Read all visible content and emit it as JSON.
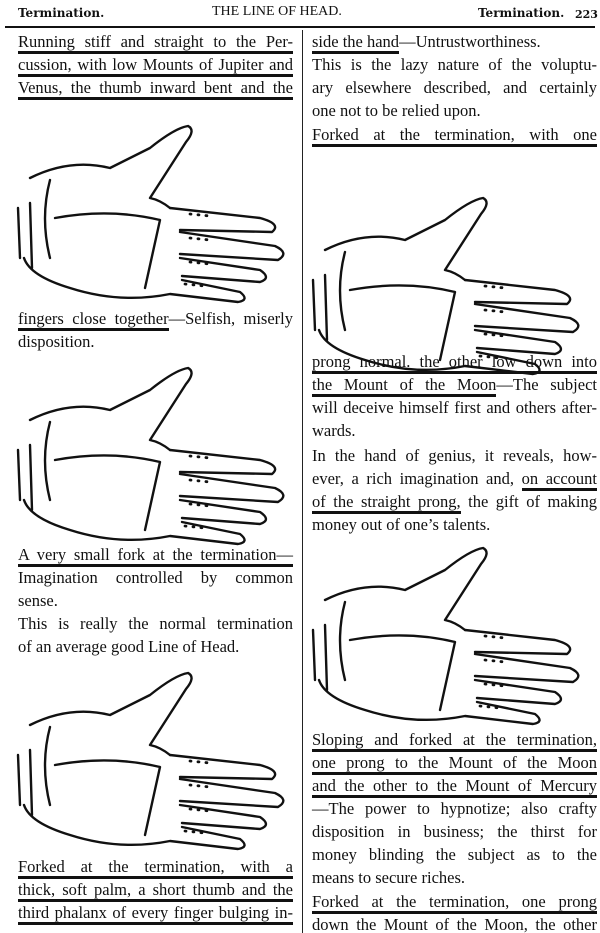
{
  "header": {
    "left": "Termination.",
    "center": "THE LINE OF HEAD.",
    "right": "Termination.",
    "page_number": "223"
  },
  "left_column": [
    {
      "segs": [
        {
          "t": "Running stiff and straight to the Per-",
          "u": true
        }
      ]
    },
    {
      "segs": [
        {
          "t": "cussion, with low Mounts of Jupiter and",
          "u": true
        }
      ]
    },
    {
      "segs": [
        {
          "t": "Venus, the thumb inward bent  and  the",
          "u": true
        }
      ]
    },
    {
      "segs": [
        {
          "t": "fingers close together",
          "u": true
        },
        {
          "t": "—Selfish, miserly",
          "u": false
        }
      ]
    },
    {
      "segs": [
        {
          "t": "disposition.",
          "u": false
        }
      ],
      "end": true
    },
    {
      "segs": [
        {
          "t": "A very small fork at the termination—",
          "u": true
        }
      ]
    },
    {
      "segs": [
        {
          "t": "Imagination   controlled   by   common",
          "u": false
        }
      ]
    },
    {
      "segs": [
        {
          "t": "sense.",
          "u": false
        }
      ],
      "end": true
    },
    {
      "segs": [
        {
          "t": "  This is really the normal termination",
          "u": false
        }
      ]
    },
    {
      "segs": [
        {
          "t": "of an average good Line of Head.",
          "u": false
        }
      ],
      "end": true
    },
    {
      "segs": [
        {
          "t": "  Forked  at  the  termination,  with  a",
          "u": true
        }
      ]
    },
    {
      "segs": [
        {
          "t": "thick, soft palm, a short thumb and the",
          "u": true
        }
      ]
    },
    {
      "segs": [
        {
          "t": "third phalanx of every finger bulging in-",
          "u": true
        }
      ]
    }
  ],
  "right_column": [
    {
      "segs": [
        {
          "t": "side the hand",
          "u": true
        },
        {
          "t": "—Untrustworthiness.",
          "u": false
        }
      ],
      "end": true
    },
    {
      "segs": [
        {
          "t": "  This is the lazy nature of the voluptu-",
          "u": false
        }
      ]
    },
    {
      "segs": [
        {
          "t": "ary elsewhere described, and certainly",
          "u": false
        }
      ]
    },
    {
      "segs": [
        {
          "t": "one not to be relied upon.",
          "u": false
        }
      ],
      "end": true
    },
    {
      "segs": [
        {
          "t": "  Forked at the termination, with one",
          "u": true
        }
      ]
    },
    {
      "segs": [
        {
          "t": "prong normal. the other low down into",
          "u": true
        }
      ]
    },
    {
      "segs": [
        {
          "t": "the Mount of the Moon",
          "u": true
        },
        {
          "t": "—The subject",
          "u": false
        }
      ]
    },
    {
      "segs": [
        {
          "t": "will deceive himself first and others after-",
          "u": false
        }
      ]
    },
    {
      "segs": [
        {
          "t": "wards.",
          "u": false
        }
      ],
      "end": true
    },
    {
      "segs": [
        {
          "t": "  In the hand of genius, it reveals, how-",
          "u": false
        }
      ]
    },
    {
      "segs": [
        {
          "t": "ever, a rich imagination and, ",
          "u": false
        },
        {
          "t": "on account",
          "u": true
        }
      ]
    },
    {
      "segs": [
        {
          "t": "of the straight prong,",
          "u": true
        },
        {
          "t": " the gift of making",
          "u": false
        }
      ]
    },
    {
      "segs": [
        {
          "t": "money out of one’s talents.",
          "u": false
        }
      ],
      "end": true
    },
    {
      "segs": [
        {
          "t": "Sloping and forked at the termination,",
          "u": true
        }
      ]
    },
    {
      "segs": [
        {
          "t": "one prong to the Mount of the Moon",
          "u": true
        }
      ]
    },
    {
      "segs": [
        {
          "t": "and the other to the Mount of Mercury",
          "u": true
        }
      ]
    },
    {
      "segs": [
        {
          "t": "—The power to hypnotize; also crafty",
          "u": false
        }
      ]
    },
    {
      "segs": [
        {
          "t": "disposition in business; the thirst for",
          "u": false
        }
      ]
    },
    {
      "segs": [
        {
          "t": "money blinding the subject as to the",
          "u": false
        }
      ]
    },
    {
      "segs": [
        {
          "t": "means to secure riches.",
          "u": false
        }
      ],
      "end": true
    },
    {
      "segs": [
        {
          "t": "  Forked at the termination, one prong",
          "u": true
        }
      ]
    },
    {
      "segs": [
        {
          "t": "down the Mount of the Moon, the other",
          "u": true
        }
      ]
    }
  ]
}
